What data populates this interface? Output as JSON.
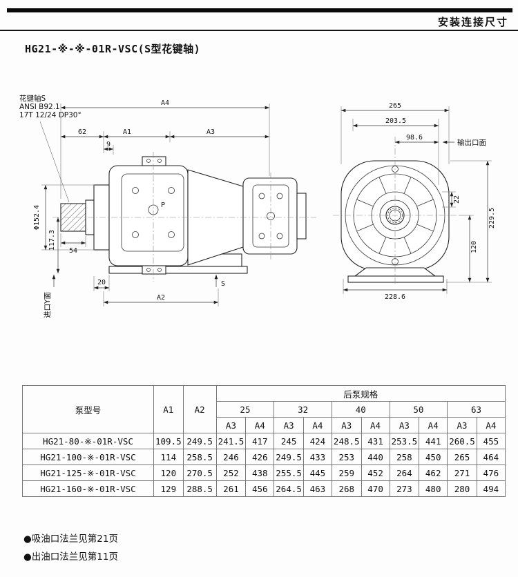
{
  "header": {
    "title": "安装连接尺寸"
  },
  "doc": {
    "title": "HG21-※-※-01R-VSC(S型花键轴)",
    "notes": [
      "●吸油口法兰见第21页",
      "●出油口法兰见第11页"
    ]
  },
  "drawing": {
    "spline_note": [
      "花键轴S",
      "ANSI B92.1",
      "17T 12/24 DP30°"
    ],
    "labels": {
      "A4": "A4",
      "d62": "62",
      "A1": "A1",
      "A3": "A3",
      "d9": "9",
      "phi": "Φ152.4",
      "d117_3": "117.3",
      "d54": "54",
      "d20": "20",
      "A2": "A2",
      "S": "S",
      "P": "P",
      "inlet_face": "进口Y面",
      "d265": "265",
      "d203_5": "203.5",
      "d98_6": "98.6",
      "outlet_face": "输出口面",
      "d22": "22",
      "d229_5": "229.5",
      "d120": "120",
      "d228_6": "228.6"
    }
  },
  "table": {
    "headers": {
      "model": "泵型号",
      "a1": "A1",
      "a2": "A2",
      "group": "后泵规格",
      "sizes": [
        "25",
        "32",
        "40",
        "50",
        "63"
      ],
      "a3": "A3",
      "a4": "A4"
    },
    "rows": [
      {
        "model": "HG21-80-※-01R-VSC",
        "a1": "109.5",
        "a2": "249.5",
        "v": [
          "241.5",
          "417",
          "245",
          "424",
          "248.5",
          "431",
          "253.5",
          "441",
          "260.5",
          "455"
        ]
      },
      {
        "model": "HG21-100-※-01R-VSC",
        "a1": "114",
        "a2": "258.5",
        "v": [
          "246",
          "426",
          "249.5",
          "433",
          "253",
          "440",
          "258",
          "450",
          "265",
          "464"
        ]
      },
      {
        "model": "HG21-125-※-01R-VSC",
        "a1": "120",
        "a2": "270.5",
        "v": [
          "252",
          "438",
          "255.5",
          "445",
          "259",
          "452",
          "264",
          "462",
          "271",
          "476"
        ]
      },
      {
        "model": "HG21-160-※-01R-VSC",
        "a1": "129",
        "a2": "288.5",
        "v": [
          "261",
          "456",
          "264.5",
          "463",
          "268",
          "470",
          "273",
          "480",
          "280",
          "494"
        ]
      }
    ]
  }
}
